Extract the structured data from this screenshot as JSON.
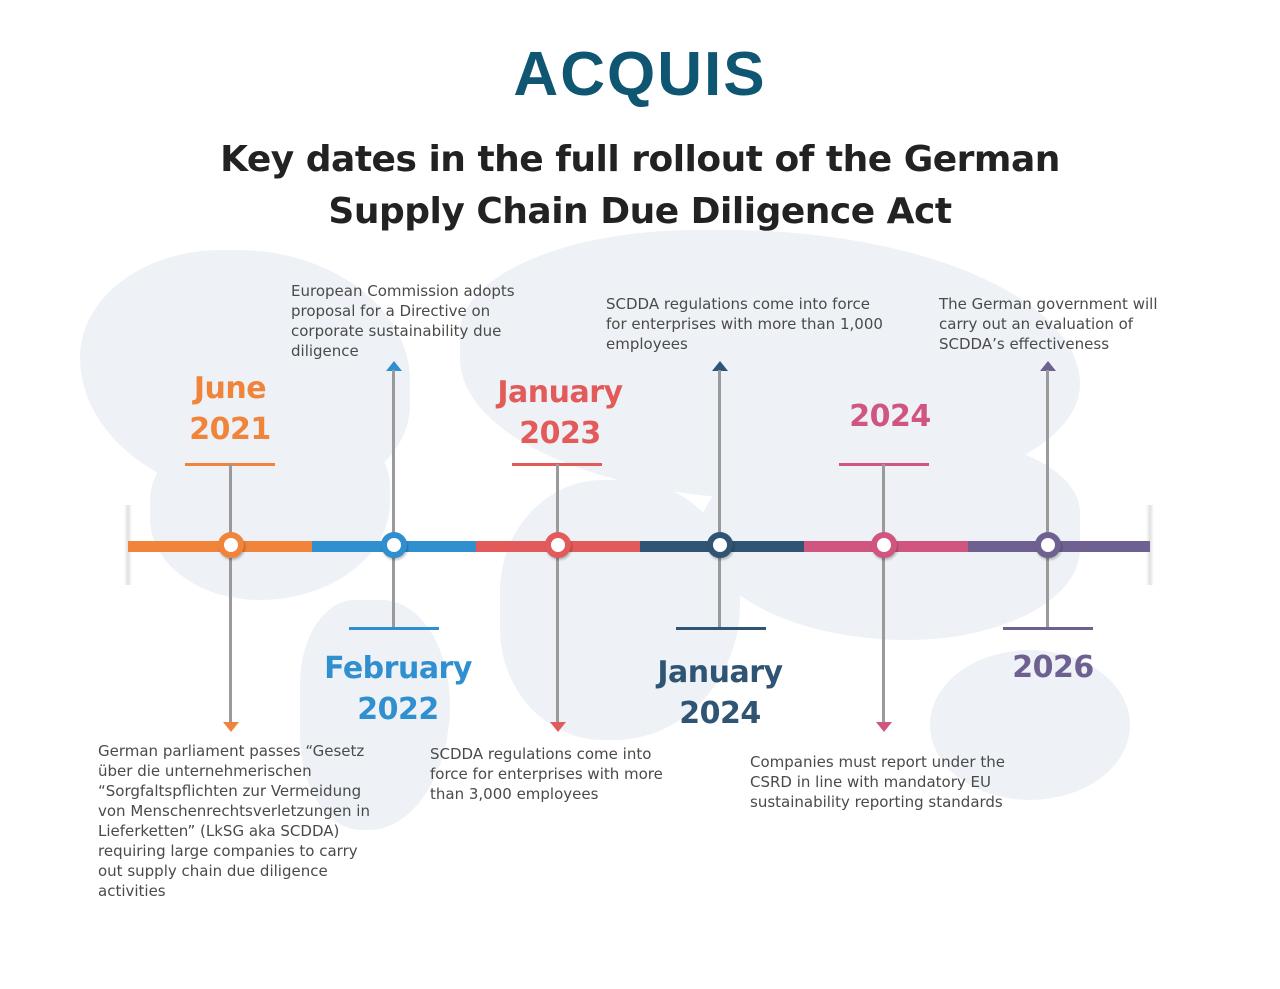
{
  "header": {
    "logo_text": "ACQUIS",
    "title_line1": "Key dates in the full rollout of the German",
    "title_line2": "Supply Chain Due Diligence Act"
  },
  "colors": {
    "logo": "#0f5672",
    "title": "#222222",
    "description_text": "#4a4a4a",
    "connector_line": "#9a9a9a",
    "map_background": "#eef2f6"
  },
  "timeline": {
    "events": [
      {
        "label_line1": "June",
        "label_line2": "2021",
        "color": "#f0843a",
        "label_position": "above",
        "arrow_direction": "down",
        "description": "German parliament passes “Gesetz über die unternehmerischen “Sorgfaltspflichten zur Vermeidung von Menschenrechtsverletzungen in Lieferketten” (LkSG aka SCDDA) requiring large companies to carry out supply chain due diligence activities"
      },
      {
        "label_line1": "February",
        "label_line2": "2022",
        "color": "#2f8fcf",
        "label_position": "below",
        "arrow_direction": "up",
        "description": "European Commission adopts proposal for a Directive on corporate sustainability due diligence"
      },
      {
        "label_line1": "January",
        "label_line2": "2023",
        "color": "#e35a5a",
        "label_position": "above",
        "arrow_direction": "down",
        "description": "SCDDA regulations come into force for enterprises with more than 3,000 employees"
      },
      {
        "label_line1": "January",
        "label_line2": "2024",
        "color": "#2f5474",
        "label_position": "below",
        "arrow_direction": "up",
        "description": "SCDDA regulations come into force for enterprises with more than 1,000 employees"
      },
      {
        "label_line1": "",
        "label_line2": "2024",
        "color": "#d0567f",
        "label_position": "above",
        "arrow_direction": "down",
        "description": "Companies must report under the CSRD in line with mandatory EU sustainability reporting standards"
      },
      {
        "label_line1": "",
        "label_line2": "2026",
        "color": "#6e6191",
        "label_position": "below",
        "arrow_direction": "up",
        "description": "The German government will carry out an evaluation of SCDDA’s effectiveness"
      }
    ]
  }
}
